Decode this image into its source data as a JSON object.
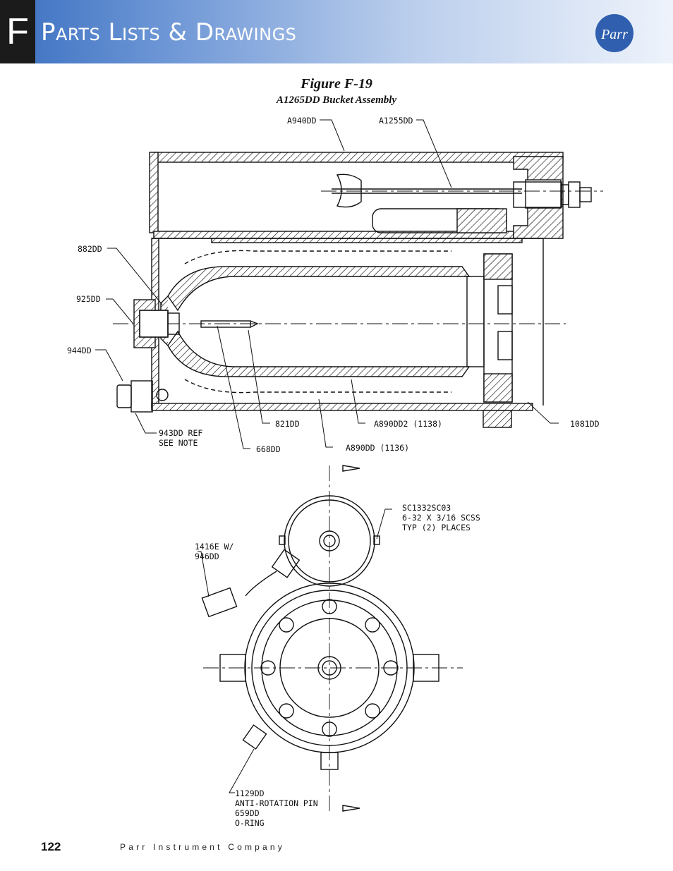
{
  "header": {
    "tab_letter": "F",
    "title": "Parts Lists & Drawings",
    "logo_text": "Parr"
  },
  "figure": {
    "title": "Figure F-19",
    "subtitle": "A1265DD Bucket Assembly"
  },
  "labels": {
    "a940dd": "A940DD",
    "a1255dd": "A1255DD",
    "p882dd": "882DD",
    "p925dd": "925DD",
    "p944dd": "944DD",
    "p943dd": "943DD REF\nSEE NOTE",
    "p668dd": "668DD",
    "p821dd": "821DD",
    "a890dd": "A890DD (1136)",
    "a890dd2": "A890DD2 (1138)",
    "p1081dd": "1081DD",
    "sc1332": "SC1332SC03\n6-32 X 3/16 SCSS\nTYP (2) PLACES",
    "p1416e": "1416E W/\n946DD",
    "p1129dd": "1129DD\nANTI-ROTATION PIN\n659DD\nO-RING"
  },
  "footer": {
    "page_number": "122",
    "company": "Parr Instrument Company"
  }
}
